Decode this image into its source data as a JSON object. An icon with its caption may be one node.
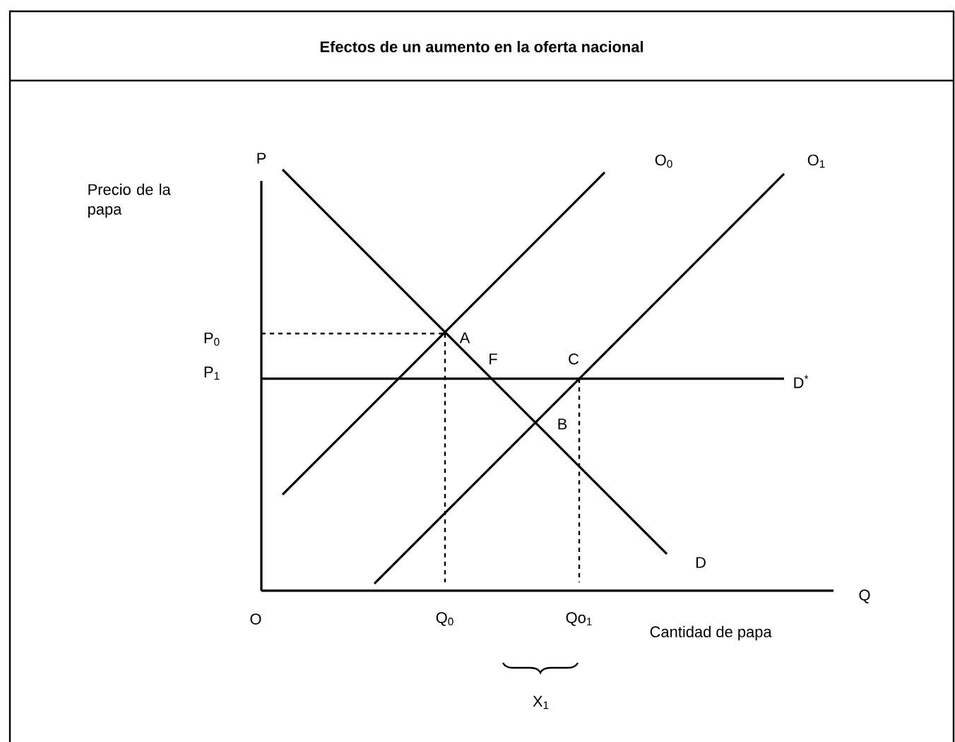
{
  "diagram": {
    "title": "Efectos de un aumento en la oferta nacional",
    "labels": [
      "P",
      "O$_{0}$",
      "O$_{1}$",
      "Precio de la papa",
      "P$_{0}$",
      "P$_{1}$",
      "A",
      "F",
      "C",
      "D$^{*}$",
      "B",
      "D",
      "Q",
      "O",
      "Q$_{0}$",
      "Qo$_{1}$",
      "Cantidad de papa",
      "X$_{1}$"
    ]
  }
}
